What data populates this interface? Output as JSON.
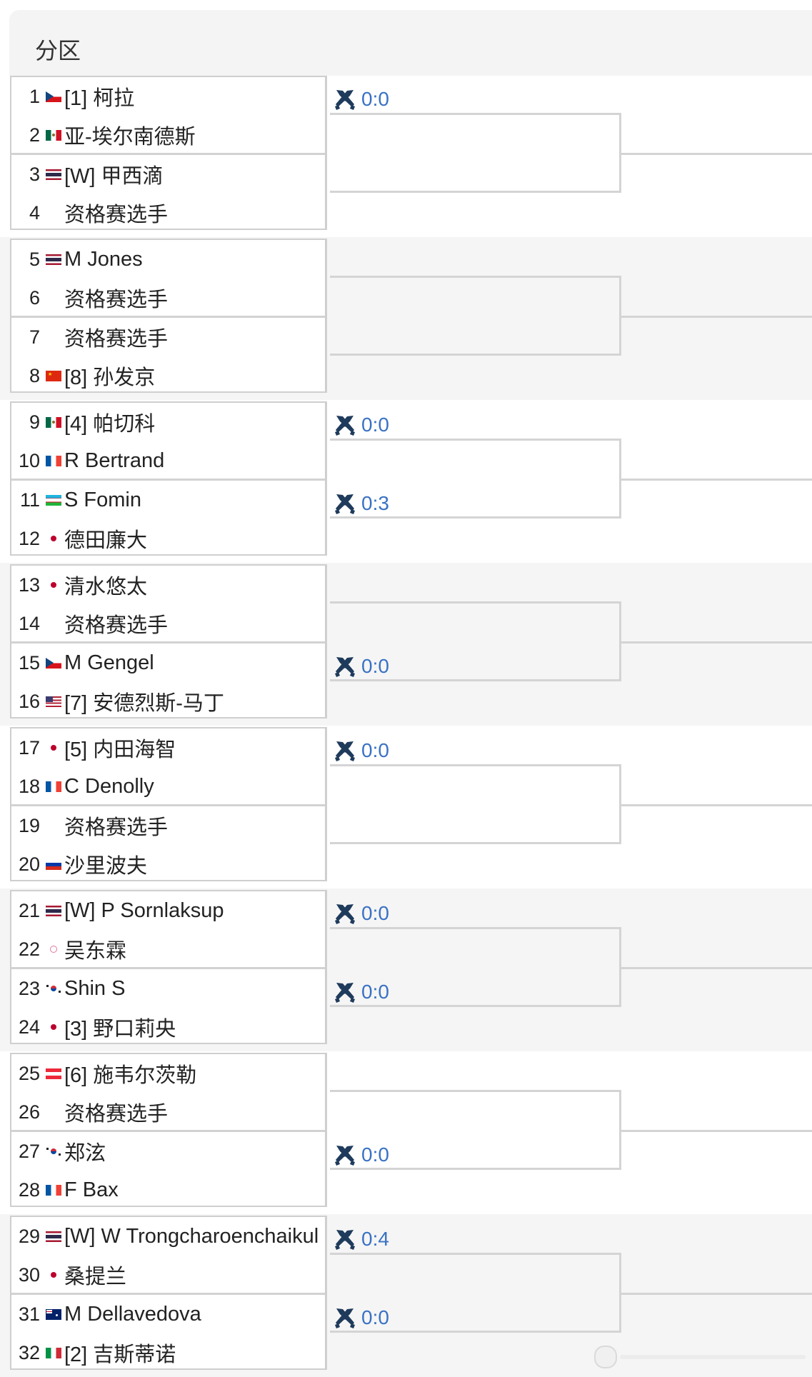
{
  "header": {
    "title": "分区"
  },
  "groups": [
    {
      "players": [
        {
          "num": "1",
          "flag": "czech",
          "name": "[1] 柯拉"
        },
        {
          "num": "2",
          "flag": "mexico",
          "name": "亚-埃尔南德斯"
        },
        {
          "num": "3",
          "flag": "thailand",
          "name": "[W] 甲西滴"
        },
        {
          "num": "4",
          "flag": "",
          "name": "资格赛选手"
        }
      ],
      "scores": [
        {
          "pair": 0,
          "text": "0:0"
        }
      ]
    },
    {
      "players": [
        {
          "num": "5",
          "flag": "thailand",
          "name": "M Jones"
        },
        {
          "num": "6",
          "flag": "",
          "name": "资格赛选手"
        },
        {
          "num": "7",
          "flag": "",
          "name": "资格赛选手"
        },
        {
          "num": "8",
          "flag": "china",
          "name": "[8] 孙发京"
        }
      ],
      "scores": []
    },
    {
      "players": [
        {
          "num": "9",
          "flag": "mexico",
          "name": "[4] 帕切科"
        },
        {
          "num": "10",
          "flag": "france",
          "name": "R Bertrand"
        },
        {
          "num": "11",
          "flag": "uzbekistan",
          "name": "S Fomin"
        },
        {
          "num": "12",
          "flag": "japan",
          "name": "德田廉大"
        }
      ],
      "scores": [
        {
          "pair": 0,
          "text": "0:0"
        },
        {
          "pair": 1,
          "text": "0:3"
        }
      ]
    },
    {
      "players": [
        {
          "num": "13",
          "flag": "japan",
          "name": "清水悠太"
        },
        {
          "num": "14",
          "flag": "",
          "name": "资格赛选手"
        },
        {
          "num": "15",
          "flag": "czech",
          "name": "M Gengel"
        },
        {
          "num": "16",
          "flag": "usa",
          "name": "[7] 安德烈斯-马丁"
        }
      ],
      "scores": [
        {
          "pair": 1,
          "text": "0:0"
        }
      ]
    },
    {
      "players": [
        {
          "num": "17",
          "flag": "japan",
          "name": "[5] 内田海智"
        },
        {
          "num": "18",
          "flag": "france",
          "name": "C Denolly"
        },
        {
          "num": "19",
          "flag": "",
          "name": "资格赛选手"
        },
        {
          "num": "20",
          "flag": "russia",
          "name": "沙里波夫"
        }
      ],
      "scores": [
        {
          "pair": 0,
          "text": "0:0"
        }
      ]
    },
    {
      "players": [
        {
          "num": "21",
          "flag": "thailand",
          "name": "[W] P Sornlaksup"
        },
        {
          "num": "22",
          "flag": "taipei",
          "name": "吴东霖"
        },
        {
          "num": "23",
          "flag": "korea",
          "name": "Shin S"
        },
        {
          "num": "24",
          "flag": "japan",
          "name": "[3] 野口莉央"
        }
      ],
      "scores": [
        {
          "pair": 0,
          "text": "0:0"
        },
        {
          "pair": 1,
          "text": "0:0"
        }
      ]
    },
    {
      "players": [
        {
          "num": "25",
          "flag": "austria",
          "name": "[6] 施韦尔茨勒"
        },
        {
          "num": "26",
          "flag": "",
          "name": "资格赛选手"
        },
        {
          "num": "27",
          "flag": "korea",
          "name": "郑泫"
        },
        {
          "num": "28",
          "flag": "france",
          "name": "F Bax"
        }
      ],
      "scores": [
        {
          "pair": 1,
          "text": "0:0"
        }
      ]
    },
    {
      "players": [
        {
          "num": "29",
          "flag": "thailand",
          "name": "[W] W Trongcharoenchaikul"
        },
        {
          "num": "30",
          "flag": "japan",
          "name": "桑提兰"
        },
        {
          "num": "31",
          "flag": "australia",
          "name": "M Dellavedova"
        },
        {
          "num": "32",
          "flag": "italy",
          "name": "[2] 吉斯蒂诺"
        }
      ],
      "scores": [
        {
          "pair": 0,
          "text": "0:4"
        },
        {
          "pair": 1,
          "text": "0:0"
        }
      ]
    }
  ],
  "colors": {
    "score_text": "#3a72c4",
    "score_icon": "#1f3b5c",
    "border": "#cfcfcf",
    "band_shade": "#f5f5f5"
  },
  "icons": {
    "score": "crossed-rackets-icon",
    "scroll": "scroll-handle-icon"
  }
}
